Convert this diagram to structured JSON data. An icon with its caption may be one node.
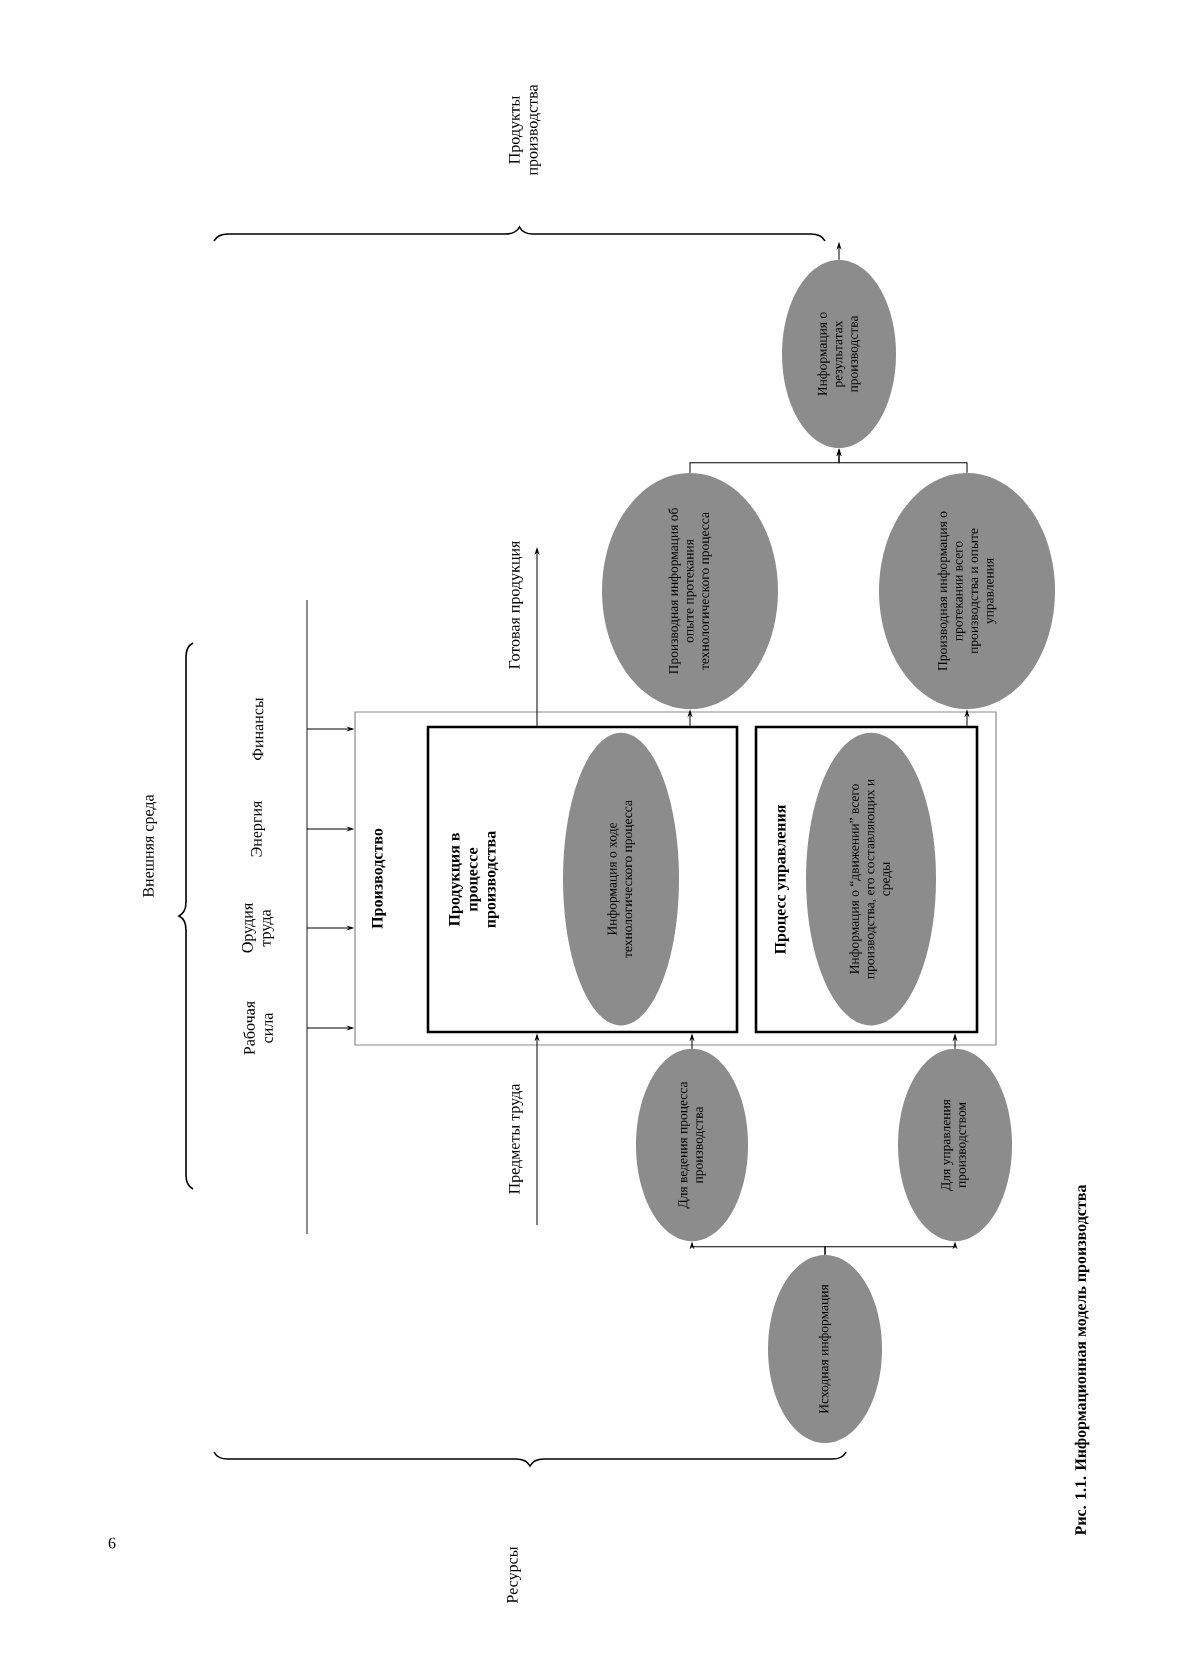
{
  "diagram": {
    "caption": "Рис. 1.1. Информационная модель производства",
    "nodes": [
      {
        "text": [
          "Производство"
        ]
      },
      {
        "text": [
          "Продукция в процессе производства"
        ],
        "in": 0
      },
      {
        "text": [
          "Информация о ходе технологического процесса"
        ],
        "in": 1
      },
      {
        "text": [
          "Процесс управления"
        ],
        "in": 0
      },
      {
        "text": [
          "Информация о “движении” всего производства, его составляющих и среды"
        ],
        "in": 3
      },
      {
        "text": [
          "Исходная информация"
        ]
      },
      {
        "text": [
          "Для ведения процесса производства"
        ]
      },
      {
        "text": [
          "Для управления производством"
        ]
      },
      {
        "text": [
          "Производная информация об опыте протекания технологического процесса"
        ]
      },
      {
        "text": [
          "Производная информация о протекании всего производства и опыте управления"
        ]
      },
      {
        "text": [
          "Информация о результатах производства"
        ]
      }
    ],
    "edges": [
      {
        "from": null,
        "to": 0,
        "arrow": "to",
        "label": "Рабочая сила"
      },
      {
        "from": null,
        "to": 0,
        "arrow": "to",
        "label": "Орудия труда"
      },
      {
        "from": null,
        "to": 0,
        "arrow": "to",
        "label": "Энергия"
      },
      {
        "from": null,
        "to": 0,
        "arrow": "to",
        "label": "Финансы"
      },
      {
        "from": null,
        "to": 1,
        "arrow": "to",
        "label": "Предметы труда"
      },
      {
        "from": 1,
        "to": null,
        "arrow": "to",
        "label": "Готовая продукция"
      },
      {
        "from": 5,
        "to": 6,
        "arrow": "to"
      },
      {
        "from": 5,
        "to": 7,
        "arrow": "to"
      },
      {
        "from": 6,
        "to": 1,
        "arrow": "to"
      },
      {
        "from": 7,
        "to": 3,
        "arrow": "to"
      },
      {
        "from": 1,
        "to": 8,
        "arrow": "to"
      },
      {
        "from": 3,
        "to": 9,
        "arrow": "to"
      },
      {
        "from": 8,
        "to": 10,
        "arrow": "to"
      },
      {
        "from": 9,
        "to": 10,
        "arrow": "to"
      },
      {
        "from": 10,
        "to": null,
        "arrow": "to"
      }
    ],
    "labels": [
      "Продукты производства",
      "Внешняя среда",
      "Ресурсы",
      "6"
    ]
  }
}
